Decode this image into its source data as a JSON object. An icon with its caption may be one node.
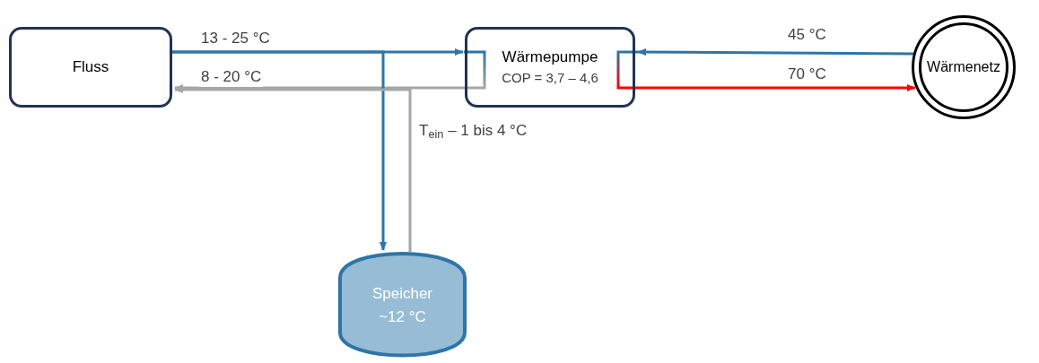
{
  "diagram": {
    "nodes": [
      {
        "text": [
          "Fluss"
        ]
      },
      {
        "text": [
          "Wärmepumpe",
          "COP = 3,7 – 4,6"
        ]
      },
      {
        "text": [
          "Wärmenetz"
        ]
      },
      {
        "text": [
          "Speicher",
          "~12 °C"
        ]
      }
    ],
    "edges": [
      {
        "from": 0,
        "to": 1,
        "arrow": "to",
        "label": "13 - 25 °C"
      },
      {
        "from": 1,
        "to": 0,
        "arrow": "to",
        "label": "8 - 20 °C",
        "color": "#a6a6a6"
      },
      {
        "from": 0,
        "to": 3,
        "arrow": "to"
      },
      {
        "from": 3,
        "to": 0,
        "arrow": "to",
        "label": "T$_{ein}$ – 1 bis 4 °C",
        "color": "#a6a6a6"
      },
      {
        "from": 2,
        "to": 1,
        "arrow": "to",
        "label": "45 °C"
      },
      {
        "from": 1,
        "to": 2,
        "arrow": "to",
        "label": "70 °C",
        "color": "#ff0000"
      }
    ]
  }
}
